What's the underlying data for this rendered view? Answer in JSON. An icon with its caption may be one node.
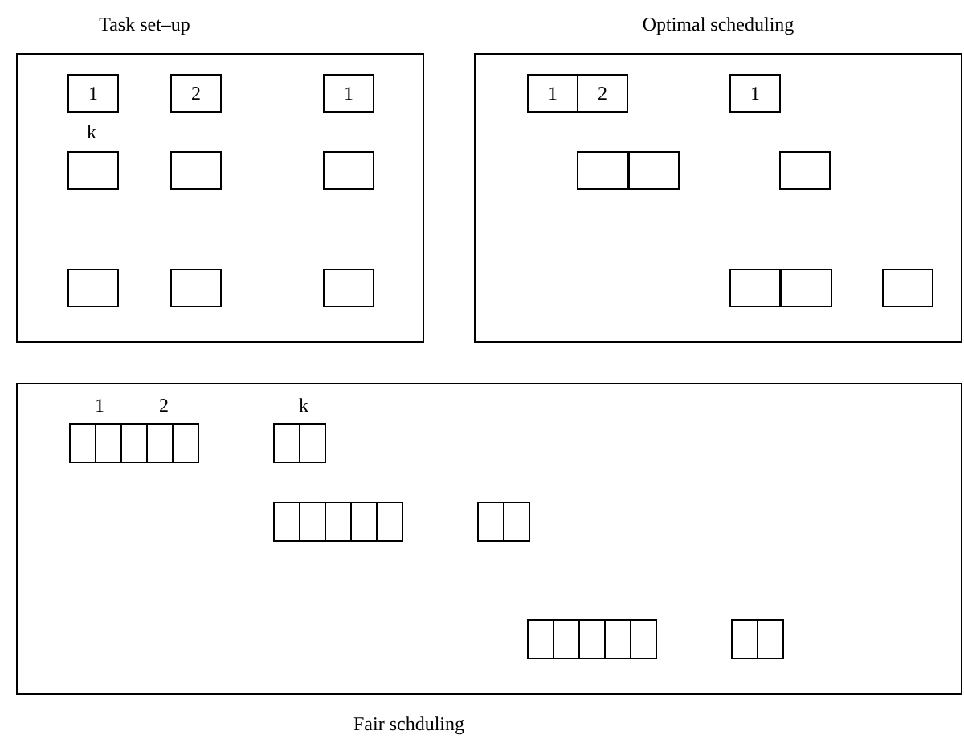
{
  "diagram": {
    "nodes": [
      {
        "text": [
          "Task set–up"
        ]
      },
      {
        "text": [
          "1"
        ],
        "in": 0
      },
      {
        "text": [
          "2"
        ],
        "in": 0
      },
      {
        "text": [
          "1"
        ],
        "in": 0
      },
      {
        "text": [],
        "shape": "box",
        "in": 0
      },
      {
        "text": [],
        "shape": "box",
        "in": 0
      },
      {
        "text": [],
        "shape": "box",
        "in": 0
      },
      {
        "text": [],
        "shape": "box",
        "in": 0
      },
      {
        "text": [],
        "shape": "box",
        "in": 0
      },
      {
        "text": [],
        "shape": "box",
        "in": 0
      },
      {
        "text": [
          "Optimal scheduling"
        ]
      },
      {
        "text": [
          "1"
        ],
        "in": 10
      },
      {
        "text": [
          "2"
        ],
        "in": 10
      },
      {
        "text": [
          "1"
        ],
        "in": 10
      },
      {
        "text": [],
        "shape": "box",
        "in": 10
      },
      {
        "text": [],
        "shape": "box",
        "in": 10
      },
      {
        "text": [],
        "shape": "box",
        "in": 10
      },
      {
        "text": [],
        "shape": "box",
        "in": 10
      },
      {
        "text": [],
        "shape": "box",
        "in": 10
      },
      {
        "text": [],
        "shape": "box",
        "in": 10
      },
      {
        "text": [
          "Fair schduling"
        ]
      },
      {
        "text": [],
        "shape": "box",
        "in": 20
      },
      {
        "text": [],
        "shape": "box",
        "in": 20
      },
      {
        "text": [],
        "shape": "box",
        "in": 20
      },
      {
        "text": [],
        "shape": "box",
        "in": 20
      },
      {
        "text": [],
        "shape": "box",
        "in": 20
      },
      {
        "text": [],
        "shape": "box",
        "in": 20
      },
      {
        "text": [],
        "shape": "box",
        "in": 20
      },
      {
        "text": [],
        "shape": "box",
        "in": 20
      },
      {
        "text": [],
        "shape": "box",
        "in": 20
      },
      {
        "text": [],
        "shape": "box",
        "in": 20
      },
      {
        "text": [],
        "shape": "box",
        "in": 20
      },
      {
        "text": [],
        "shape": "box",
        "in": 20
      },
      {
        "text": [],
        "shape": "box",
        "in": 20
      },
      {
        "text": [],
        "shape": "box",
        "in": 20
      },
      {
        "text": [],
        "shape": "box",
        "in": 20
      },
      {
        "text": [],
        "shape": "box",
        "in": 20
      },
      {
        "text": [],
        "shape": "box",
        "in": 20
      },
      {
        "text": [],
        "shape": "box",
        "in": 20
      },
      {
        "text": [],
        "shape": "box",
        "in": 20
      },
      {
        "text": [],
        "shape": "box",
        "in": 20
      },
      {
        "text": [],
        "shape": "box",
        "in": 20
      }
    ],
    "edges": [],
    "labels": [
      "k",
      "1",
      "2",
      "k"
    ]
  }
}
